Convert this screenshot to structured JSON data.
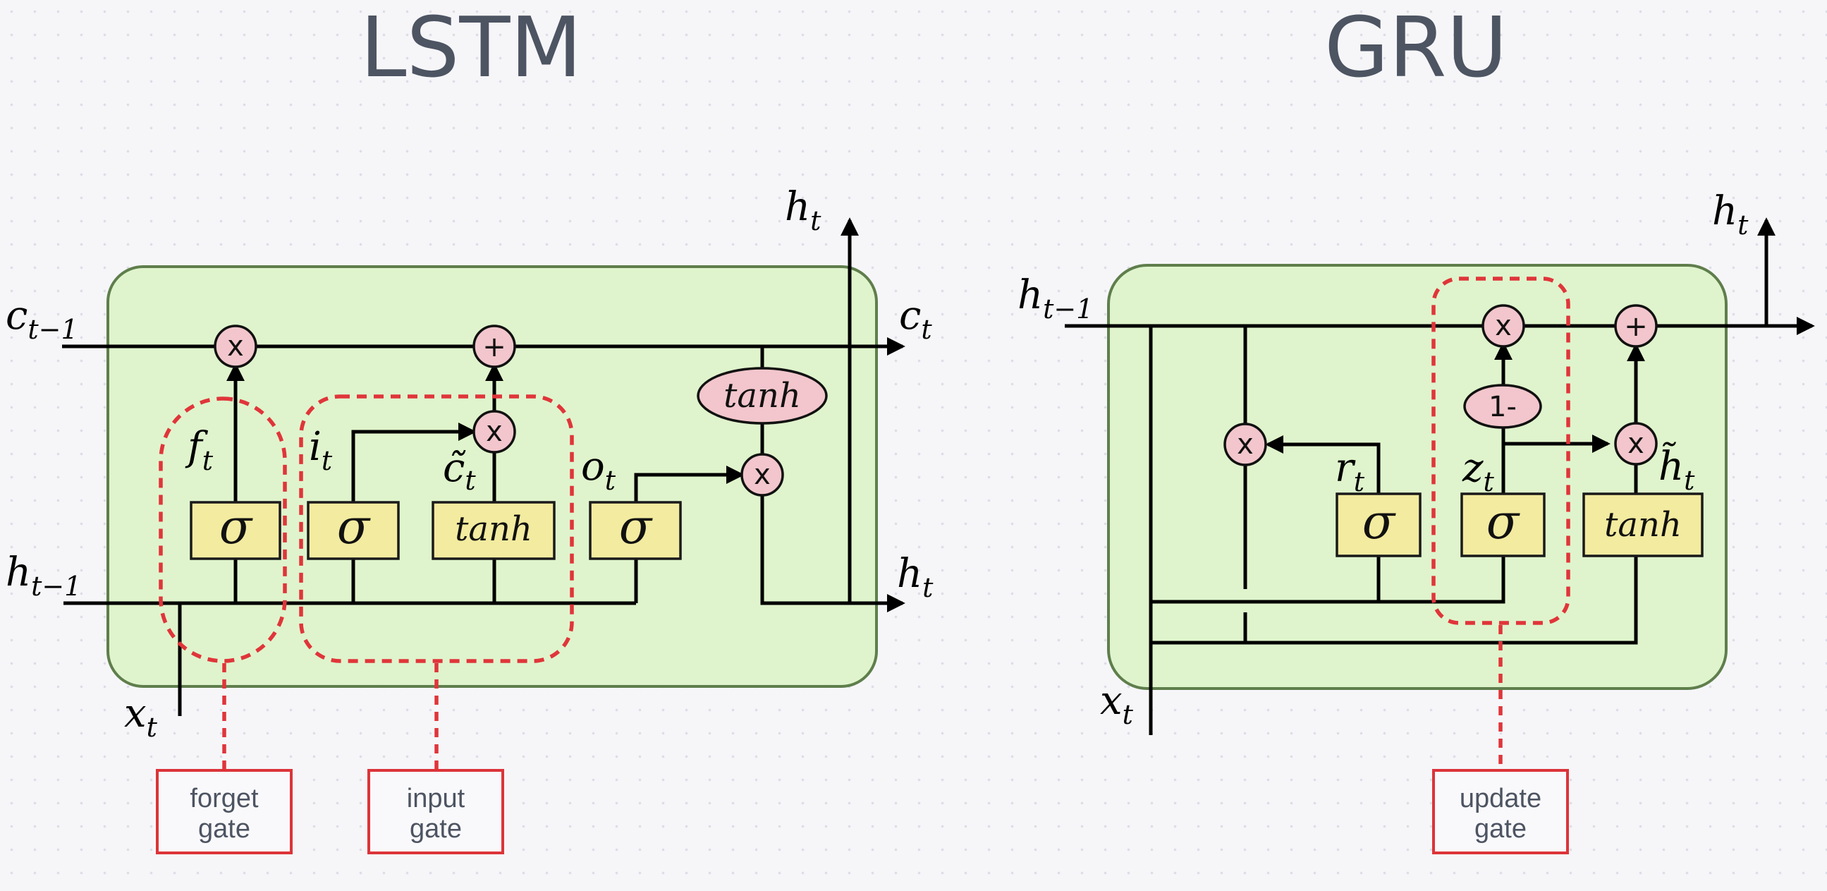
{
  "lstm": {
    "title": "LSTM",
    "vars": {
      "c_prev": "c",
      "c_prev_sub": "t−1",
      "c_next": "c",
      "c_next_sub": "t",
      "h_prev": "h",
      "h_prev_sub": "t−1",
      "h_out_top": "h",
      "h_out_top_sub": "t",
      "h_out_right": "h",
      "h_out_right_sub": "t",
      "x": "x",
      "x_sub": "t",
      "f": "f",
      "f_sub": "t",
      "i": "i",
      "i_sub": "t",
      "c_tilde": "c̃",
      "c_tilde_sub": "t",
      "o": "o",
      "o_sub": "t"
    },
    "gates": {
      "forget_sigma": "σ",
      "input_sigma": "σ",
      "candidate_tanh": "tanh",
      "output_sigma": "σ"
    },
    "ops": {
      "forget_multiply": "x",
      "cell_add": "+",
      "input_multiply": "x",
      "output_multiply": "x"
    },
    "cell_tanh": "tanh",
    "labels": {
      "forget_gate_line1": "forget",
      "forget_gate_line2": "gate",
      "input_gate_line1": "input",
      "input_gate_line2": "gate"
    }
  },
  "gru": {
    "title": "GRU",
    "vars": {
      "h_prev": "h",
      "h_prev_sub": "t−1",
      "h_out": "h",
      "h_out_sub": "t",
      "x": "x",
      "x_sub": "t",
      "r": "r",
      "r_sub": "t",
      "z": "z",
      "z_sub": "t",
      "h_tilde": "h̃",
      "h_tilde_sub": "t"
    },
    "gates": {
      "reset_sigma": "σ",
      "update_sigma": "σ",
      "candidate_tanh": "tanh"
    },
    "ops": {
      "reset_multiply": "x",
      "update_multiply": "x",
      "one_minus": "1-",
      "add": "+",
      "candidate_multiply": "x"
    },
    "labels": {
      "update_gate_line1": "update",
      "update_gate_line2": "gate"
    }
  },
  "colors": {
    "cell_fill": "#dff4cc",
    "gate_fill": "#f3eb9f",
    "operation_fill": "#f2c6cc",
    "highlight_dash": "#e0353a",
    "title_text": "#4d5462"
  }
}
